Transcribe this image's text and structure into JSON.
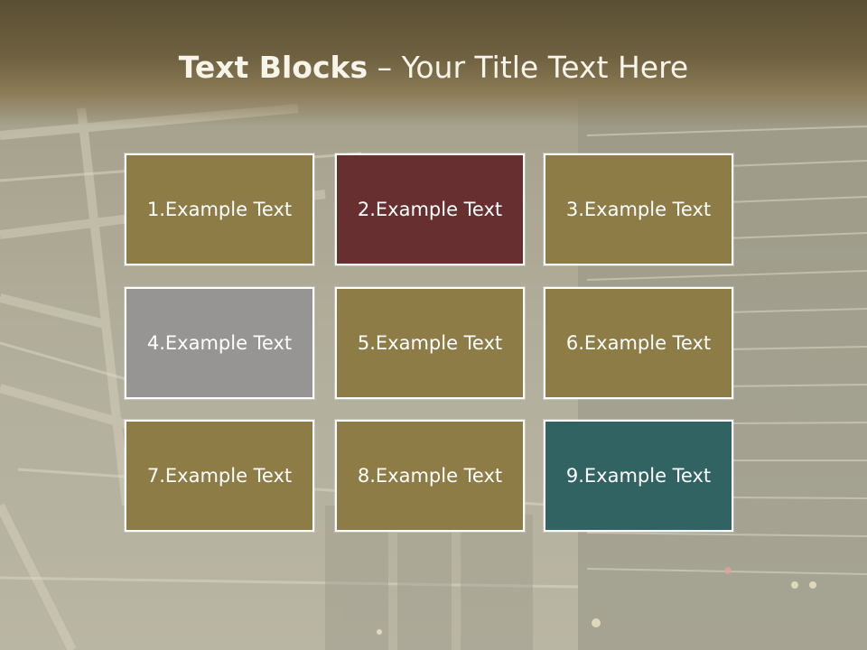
{
  "slide": {
    "title_bold": "Text Blocks",
    "title_dash": " – ",
    "title_rest": "Your Title Text Here"
  },
  "colors": {
    "olive": "#8e7c47",
    "maroon": "#682f30",
    "gray": "#969594",
    "teal": "#326363",
    "title_band": "#6f6140"
  },
  "blocks": [
    {
      "label": "1.Example Text",
      "color": "#8e7c47"
    },
    {
      "label": "2.Example Text",
      "color": "#682f30"
    },
    {
      "label": "3.Example Text",
      "color": "#8e7c47"
    },
    {
      "label": "4.Example Text",
      "color": "#969594"
    },
    {
      "label": "5.Example Text",
      "color": "#8e7c47"
    },
    {
      "label": "6.Example Text",
      "color": "#8e7c47"
    },
    {
      "label": "7.Example Text",
      "color": "#8e7c47"
    },
    {
      "label": "8.Example Text",
      "color": "#8e7c47"
    },
    {
      "label": "9.Example Text",
      "color": "#326363"
    }
  ]
}
